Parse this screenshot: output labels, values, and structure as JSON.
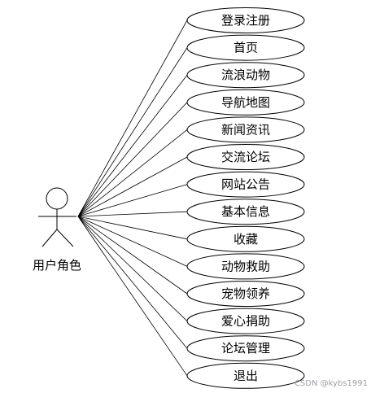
{
  "actor": {
    "name": "用户角色"
  },
  "use_cases": [
    "登录注册",
    "首页",
    "流浪动物",
    "导航地图",
    "新闻资讯",
    "交流论坛",
    "网站公告",
    "基本信息",
    "收藏",
    "动物救助",
    "宠物领养",
    "爱心捐助",
    "论坛管理",
    "退出"
  ],
  "watermark": "CSDN @kybs1991"
}
